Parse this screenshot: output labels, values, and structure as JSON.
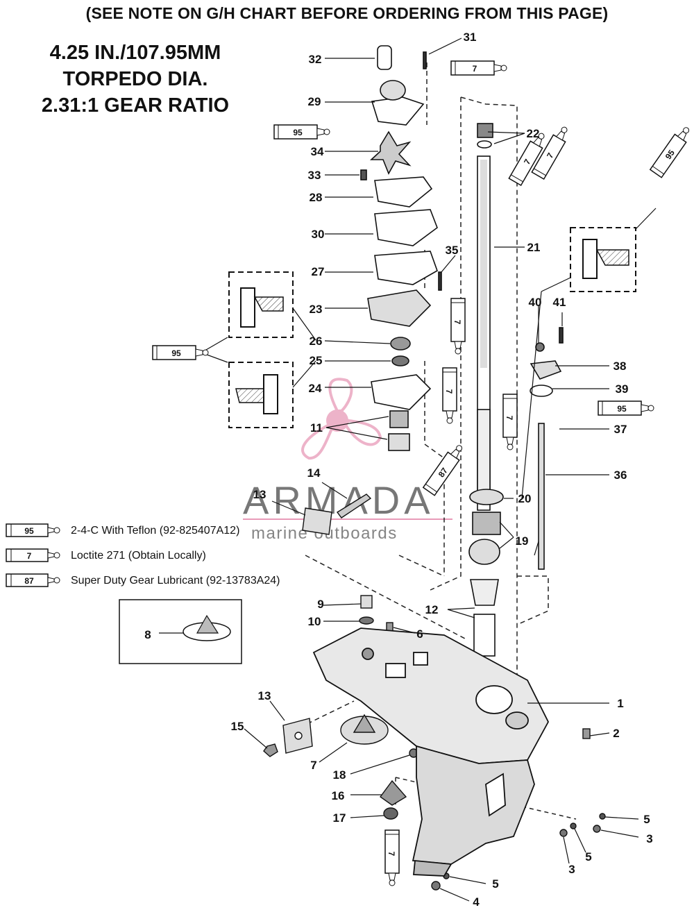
{
  "header": {
    "note": "(SEE NOTE ON G/H CHART BEFORE ORDERING FROM THIS PAGE)",
    "spec_line1": "4.25 IN./107.95MM",
    "spec_line2": "TORPEDO DIA.",
    "spec_line3": "2.31:1 GEAR RATIO"
  },
  "legend": [
    {
      "code": "95",
      "text": "2-4-C  With Teflon (92-825407A12)"
    },
    {
      "code": "7",
      "text": "Loctite 271 (Obtain Locally)"
    },
    {
      "code": "87",
      "text": "Super Duty Gear Lubricant (92-13783A24)"
    }
  ],
  "watermark": {
    "brand": "ARMADA",
    "tagline": "marine outboards",
    "brand_color": "#e89ab8"
  },
  "callouts": [
    "1",
    "2",
    "3",
    "3",
    "4",
    "5",
    "5",
    "5",
    "6",
    "7",
    "8",
    "9",
    "10",
    "11",
    "12",
    "13",
    "13",
    "14",
    "15",
    "16",
    "17",
    "18",
    "19",
    "20",
    "21",
    "22",
    "23",
    "24",
    "25",
    "26",
    "27",
    "28",
    "29",
    "30",
    "31",
    "32",
    "33",
    "34",
    "35",
    "36",
    "37",
    "38",
    "39",
    "40",
    "41"
  ],
  "tubes": [
    "7",
    "95",
    "95",
    "7",
    "7",
    "7",
    "7",
    "95",
    "95",
    "7",
    "87",
    "7"
  ]
}
